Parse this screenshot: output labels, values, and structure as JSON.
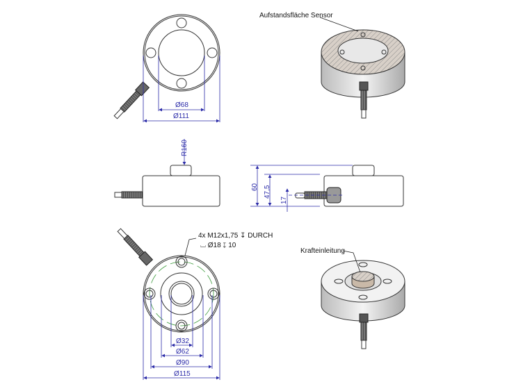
{
  "labels": {
    "support_surface": "Aufstandsfläche Sensor",
    "force_introduction": "Krafteinleitung",
    "thread_line1": "4x M12x1,75 ↧ DURCH",
    "thread_line2": "⌴ Ø18 ↧ 10"
  },
  "dimensions": {
    "top_inner": "Ø68",
    "top_outer": "Ø111",
    "radius": "R160",
    "height_total": "60",
    "height_body": "47,5",
    "height_cable": "17",
    "bottom_d32": "Ø32",
    "bottom_d62": "Ø62",
    "bottom_d90": "Ø90",
    "bottom_d115": "Ø115"
  },
  "colors": {
    "dimension": "#2a2aa8",
    "centerline": "#3a9a3a",
    "hatch": "#999999"
  }
}
